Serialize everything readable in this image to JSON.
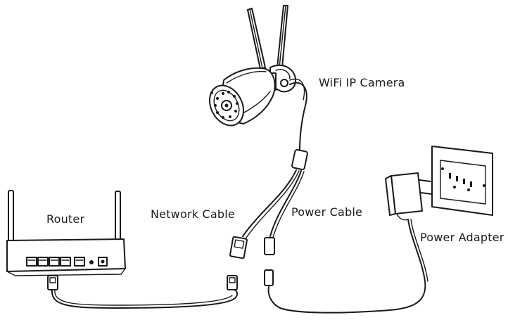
{
  "labels": {
    "camera": "WiFi IP Camera",
    "router": "Router",
    "network_cable": "Network Cable",
    "power_cable": "Power Cable",
    "power_adapter": "Power Adapter"
  }
}
